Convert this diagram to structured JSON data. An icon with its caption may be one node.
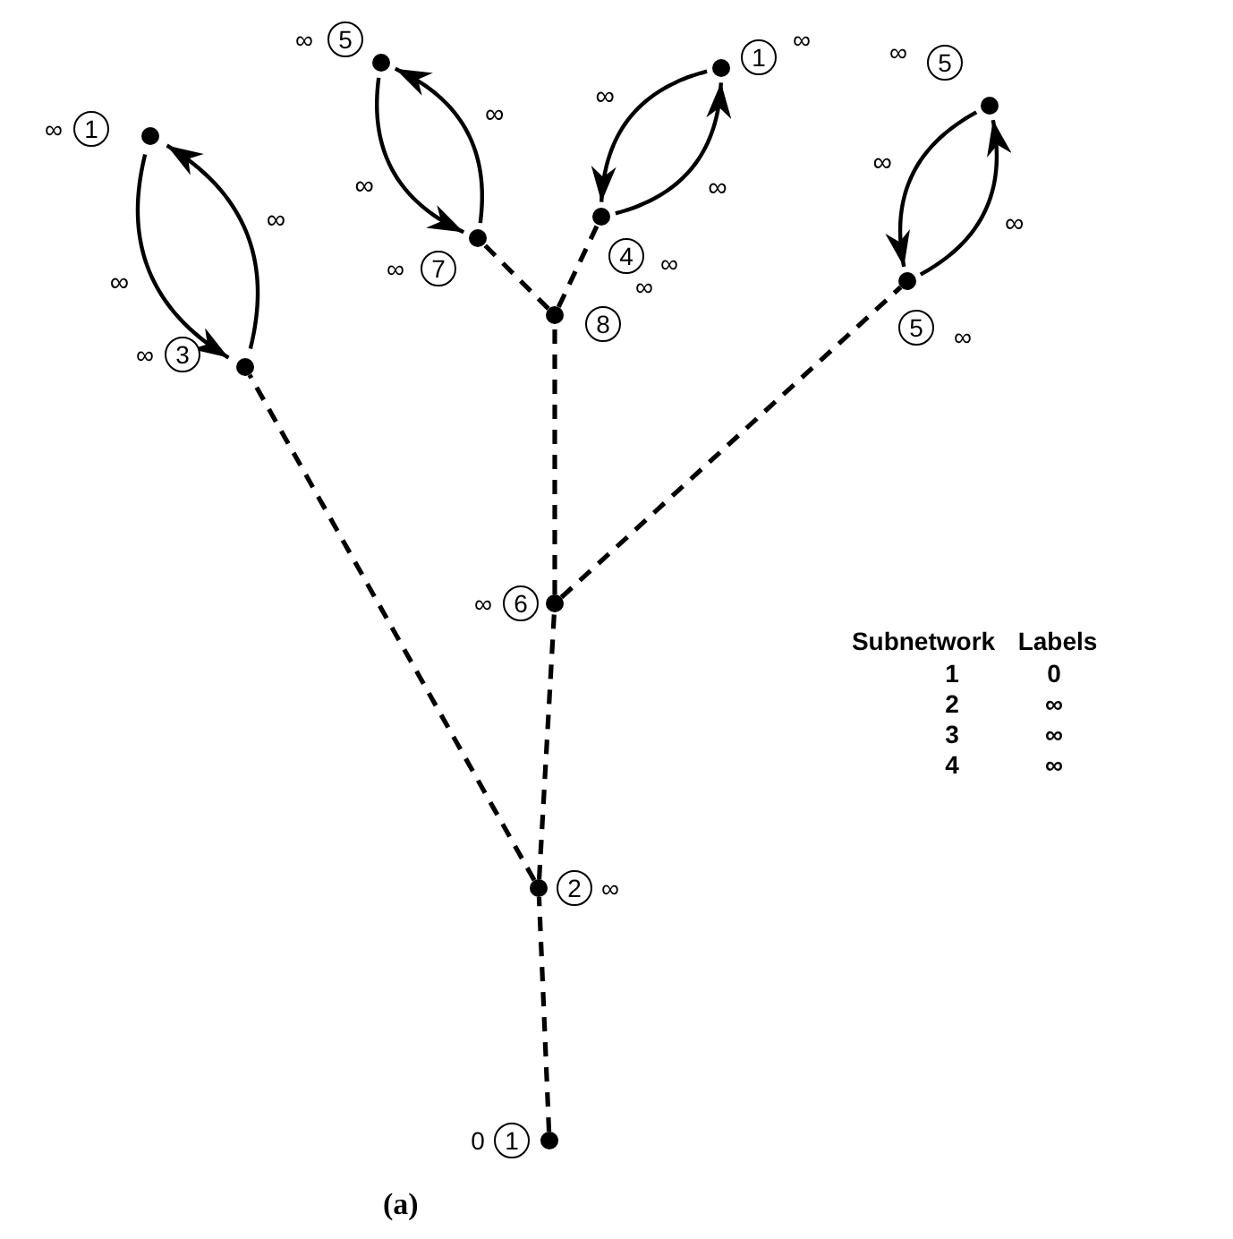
{
  "diagram": {
    "caption": "(a)",
    "nodes": [
      {
        "text": [
          "1"
        ],
        "beside": [
          "0"
        ]
      },
      {
        "text": [
          "2"
        ],
        "beside": [
          "∞"
        ]
      },
      {
        "text": [
          "6"
        ],
        "beside": [
          "∞"
        ]
      },
      {
        "text": [
          "3"
        ],
        "beside": [
          "∞"
        ]
      },
      {
        "text": [
          "1"
        ],
        "beside": [
          "∞"
        ]
      },
      {
        "text": [
          "8"
        ],
        "beside": [
          "∞"
        ]
      },
      {
        "text": [
          "7"
        ],
        "beside": [
          "∞"
        ]
      },
      {
        "text": [
          "5"
        ],
        "beside": [
          "∞"
        ]
      },
      {
        "text": [
          "4"
        ],
        "beside": [
          "∞"
        ]
      },
      {
        "text": [
          "1"
        ],
        "beside": [
          "∞"
        ]
      },
      {
        "text": [
          "5"
        ],
        "beside": [
          "∞"
        ]
      },
      {
        "text": [
          "5"
        ],
        "beside": [
          "∞"
        ]
      }
    ],
    "edges": [
      {
        "from": 0,
        "to": 1,
        "arrow": "none",
        "style": "dashed"
      },
      {
        "from": 1,
        "to": 2,
        "arrow": "none",
        "style": "dashed"
      },
      {
        "from": 1,
        "to": 3,
        "arrow": "none",
        "style": "dashed"
      },
      {
        "from": 2,
        "to": 5,
        "arrow": "none",
        "style": "dashed"
      },
      {
        "from": 2,
        "to": 10,
        "arrow": "none",
        "style": "dashed"
      },
      {
        "from": 5,
        "to": 6,
        "arrow": "none",
        "style": "dashed"
      },
      {
        "from": 5,
        "to": 8,
        "arrow": "none",
        "style": "dashed"
      },
      {
        "from": 4,
        "to": 3,
        "arrow": "to",
        "label": "∞"
      },
      {
        "from": 3,
        "to": 4,
        "arrow": "to",
        "label": "∞"
      },
      {
        "from": 7,
        "to": 6,
        "arrow": "to",
        "label": "∞"
      },
      {
        "from": 6,
        "to": 7,
        "arrow": "to",
        "label": "∞"
      },
      {
        "from": 9,
        "to": 8,
        "arrow": "to",
        "label": "∞"
      },
      {
        "from": 8,
        "to": 9,
        "arrow": "to",
        "label": "∞"
      },
      {
        "from": 11,
        "to": 10,
        "arrow": "to",
        "label": "∞"
      },
      {
        "from": 10,
        "to": 11,
        "arrow": "to",
        "label": "∞"
      }
    ],
    "labels": [
      "Subnetwork",
      "Labels",
      "1",
      "0",
      "2",
      "∞",
      "3",
      "∞",
      "4",
      "∞"
    ]
  }
}
